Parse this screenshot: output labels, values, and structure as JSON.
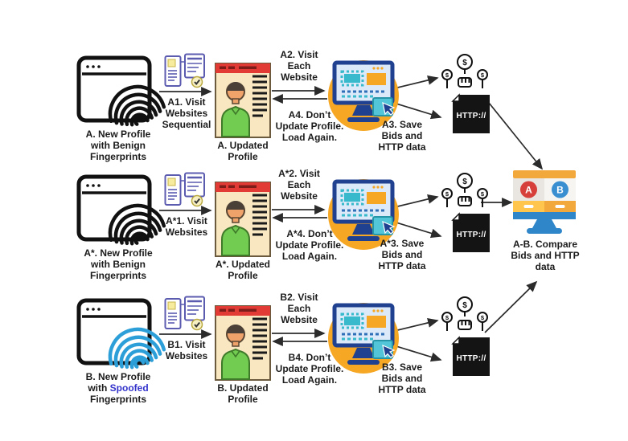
{
  "figure": {
    "rows": [
      {
        "id": "A",
        "new_profile_label": "A. New Profile\nwith Benign\nFingerprints",
        "visit_label": "A1. Visit\nWebsites\nSequential",
        "updated_profile_label": "A. Updated\nProfile",
        "visit_each_label": "A2. Visit\nEach\nWebsite",
        "dont_update_label": "A4. Don’t\nUpdate Profile.\nLoad Again.",
        "save_label": "A3. Save\nBids and\nHTTP data",
        "fingerprint_color": "#111111"
      },
      {
        "id": "A*",
        "new_profile_label": "A*. New Profile\nwith Benign\nFingerprints",
        "visit_label": "A*1. Visit\nWebsites",
        "updated_profile_label": "A*. Updated\nProfile",
        "visit_each_label": "A*2. Visit\nEach\nWebsite",
        "dont_update_label": "A*4. Don’t\nUpdate Profile.\nLoad Again.",
        "save_label": "A*3. Save\nBids and\nHTTP data",
        "fingerprint_color": "#111111"
      },
      {
        "id": "B",
        "new_profile_prefix": "B. New Profile\nwith ",
        "new_profile_highlight": "Spoofed",
        "new_profile_suffix": "\nFingerprints",
        "visit_label": "B1. Visit\nWebsites",
        "updated_profile_label": "B. Updated\nProfile",
        "visit_each_label": "B2. Visit\nEach\nWebsite",
        "dont_update_label": "B4. Don’t\nUpdate Profile.\nLoad Again.",
        "save_label": "B3. Save\nBids and\nHTTP data",
        "fingerprint_color": "#2d9fd8"
      }
    ],
    "compare_label": "A-B. Compare\nBids and HTTP\ndata",
    "compare_badges": {
      "left": "A",
      "right": "B"
    },
    "http_doc_text": "HTTP://",
    "currency_symbol": "$",
    "colors": {
      "spoofed_text": "#3333cc",
      "benign_fingerprint": "#111111",
      "spoofed_fingerprint": "#2d9fd8",
      "arrow": "#2b2b2b",
      "profile_header_red": "#e23a35",
      "monitor_navy": "#20418f",
      "accent_orange": "#f6a723",
      "teal": "#39b9cc",
      "compare_blue": "#2f86c8",
      "badge_red": "#d63f3a",
      "badge_blue": "#3a8fd1"
    }
  }
}
